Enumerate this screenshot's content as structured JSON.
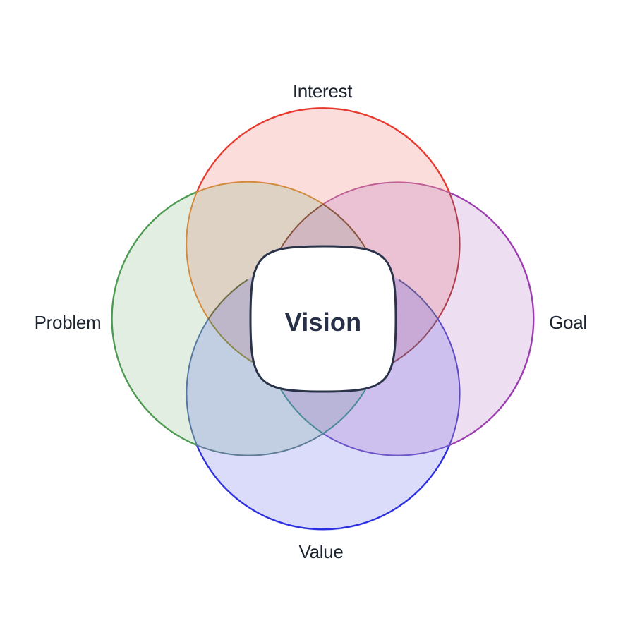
{
  "diagram": {
    "type": "venn-4-circles",
    "background_color": "#ffffff",
    "center": {
      "label": "Vision",
      "fill_color": "#ffffff",
      "border_color": "#2a3349",
      "text_color": "#273047"
    },
    "outer_label_color": "#1c2430",
    "circles": [
      {
        "label": "Interest",
        "position": "top",
        "color": "#e8392e"
      },
      {
        "label": "Goal",
        "position": "right",
        "color": "#9b3dae"
      },
      {
        "label": "Value",
        "position": "bottom",
        "color": "#2b2fe0"
      },
      {
        "label": "Problem",
        "position": "left",
        "color": "#4c9950"
      }
    ],
    "overlap_arc_colors": {
      "orange": "#d28a3e",
      "rose": "#bf5f93",
      "maroon": "#b23c4c",
      "brown": "#8a5540",
      "olive_gold": "#8a8848",
      "olive_dark": "#6d6b42",
      "teal": "#4a8a98",
      "slate_blue": "#5578a0",
      "slate_steel": "#5e7c95",
      "plum": "#8a4a62",
      "slate_violet": "#655a9a",
      "violet": "#5c4ac8",
      "blue_violet": "#6e55c8"
    }
  }
}
